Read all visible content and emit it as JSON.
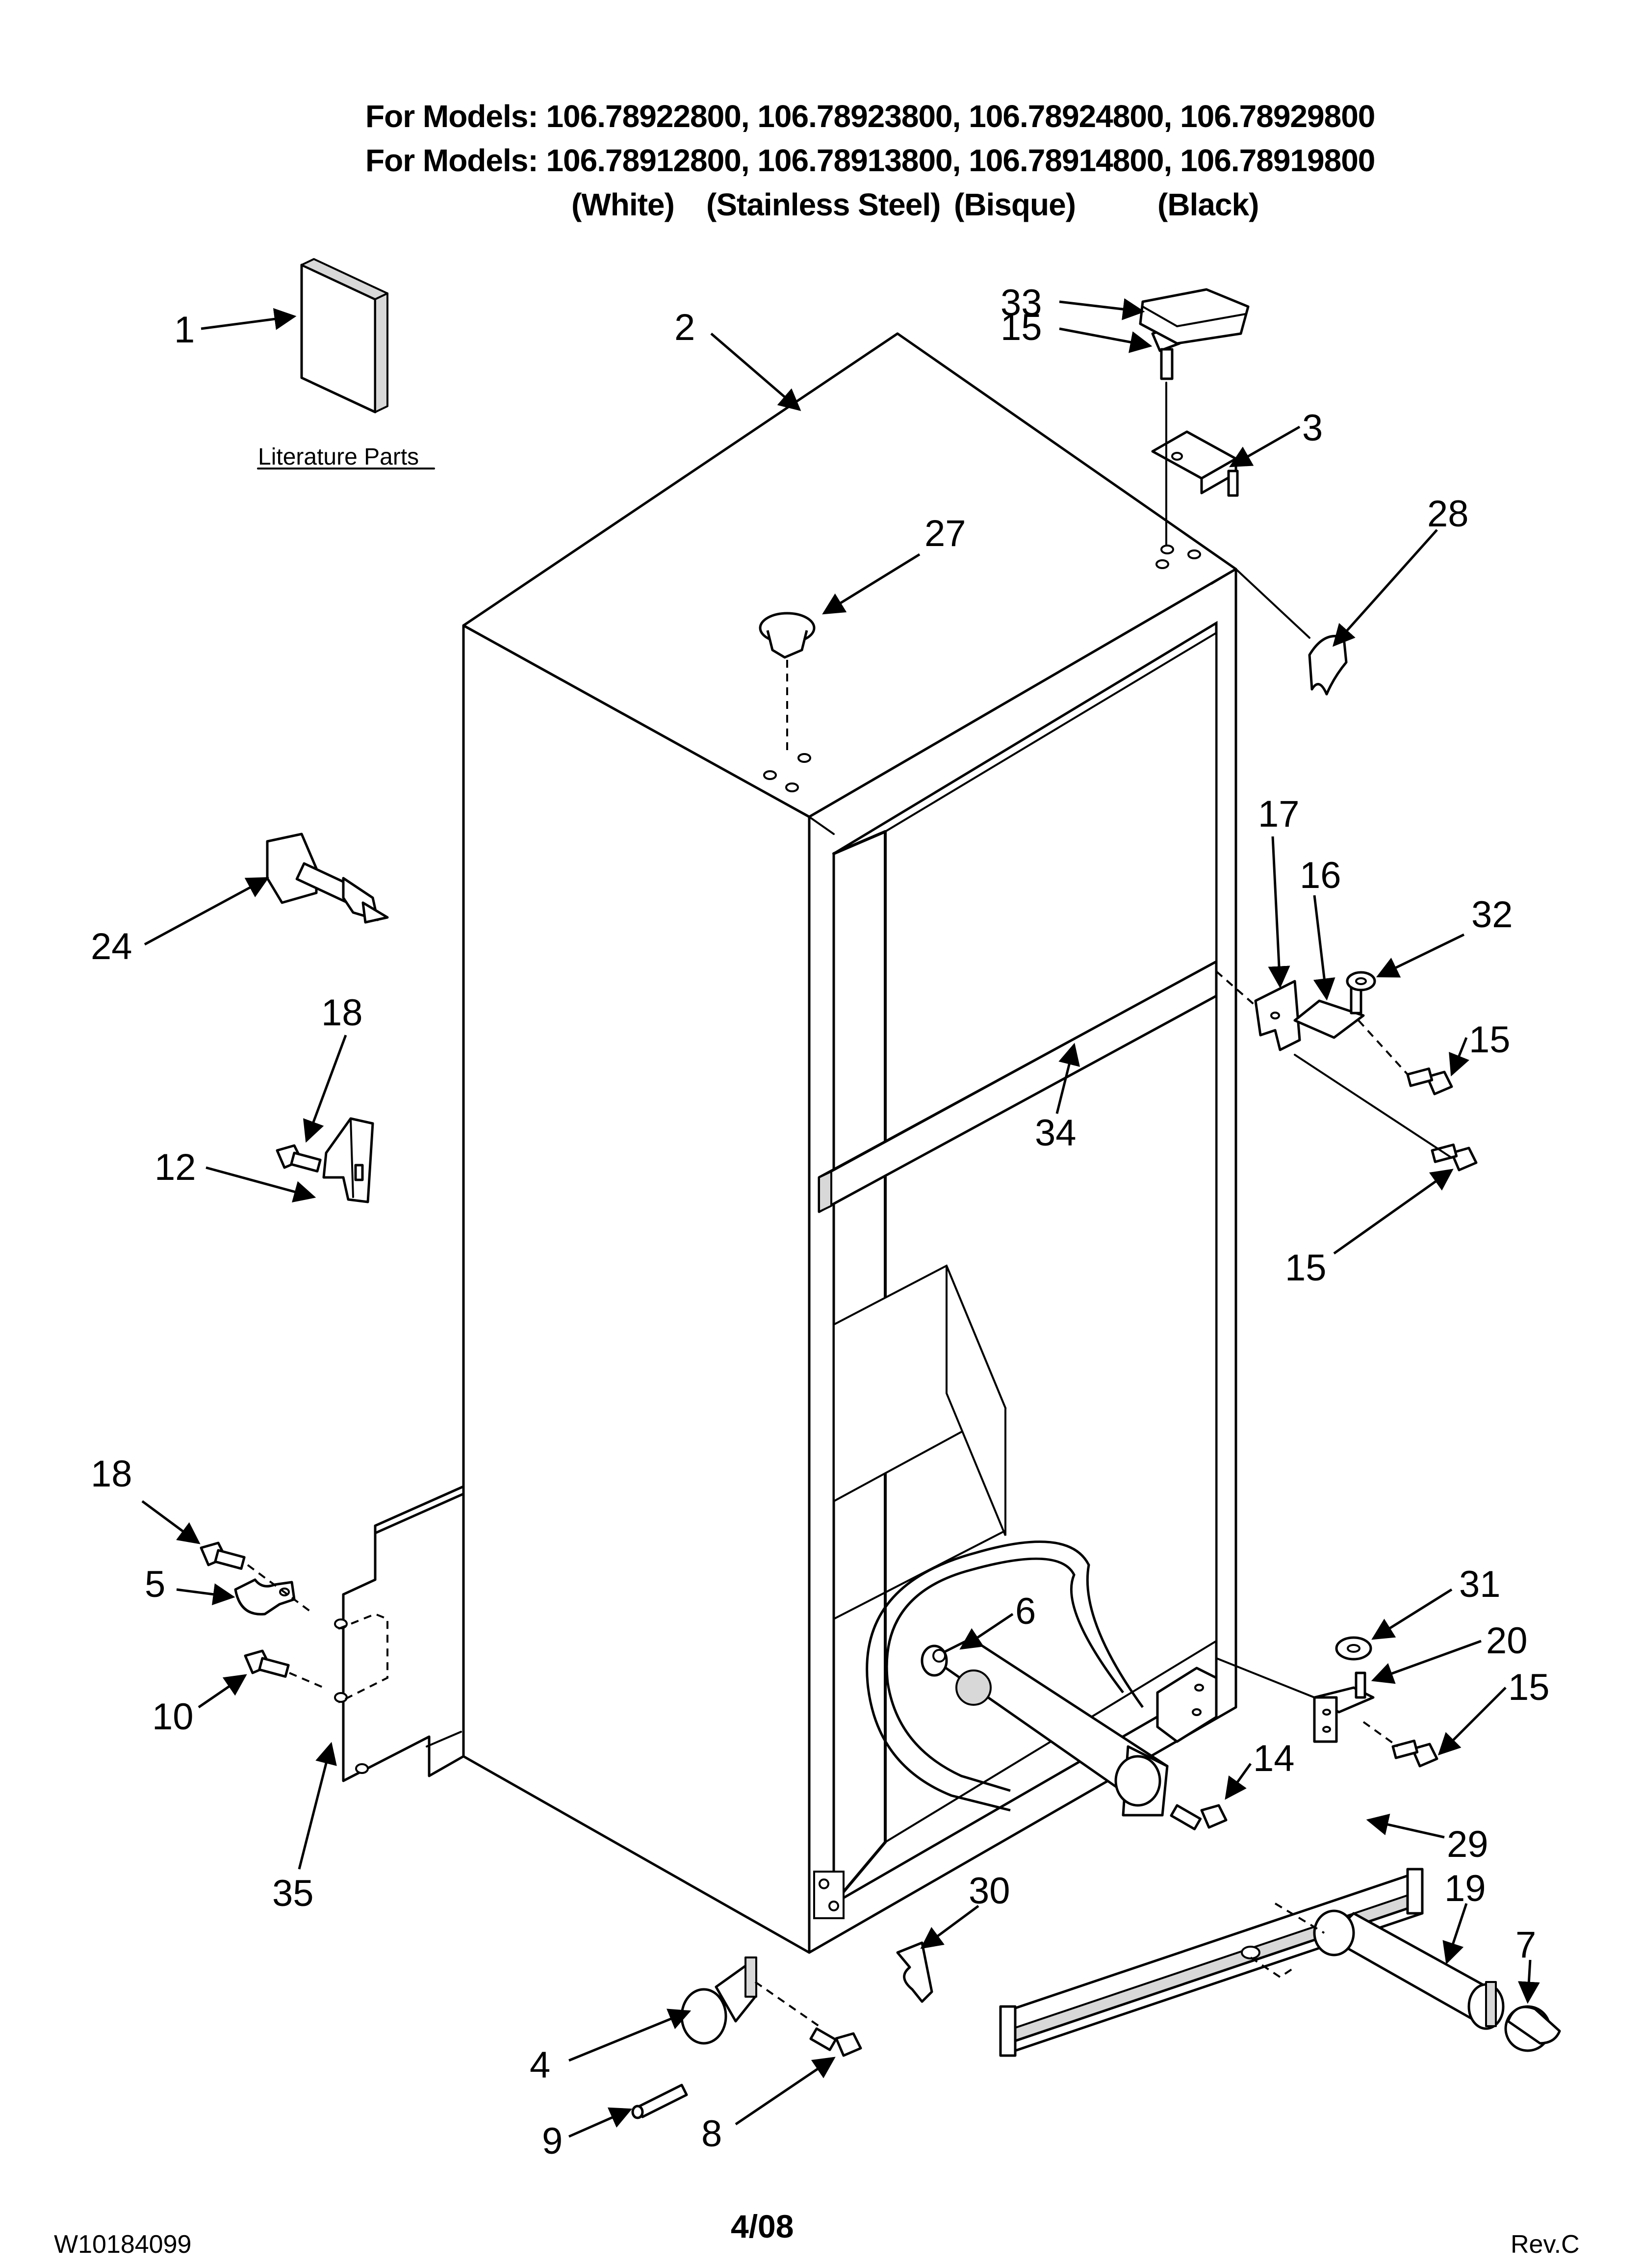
{
  "header": {
    "line1": "For Models: 106.78922800, 106.78923800, 106.78924800, 106.78929800",
    "line2": "For Models: 106.78912800, 106.78913800, 106.78914800, 106.78919800",
    "colors": [
      "(White)",
      "(Stainless Steel)",
      "(Bisque)",
      "(Black)"
    ]
  },
  "literature_label": "Literature Parts",
  "callouts": {
    "c1": "1",
    "c2": "2",
    "c3": "3",
    "c4": "4",
    "c5": "5",
    "c6": "6",
    "c7": "7",
    "c8": "8",
    "c9": "9",
    "c10": "10",
    "c12": "12",
    "c14": "14",
    "c15a": "15",
    "c15b": "15",
    "c15c": "15",
    "c15d": "15",
    "c16": "16",
    "c17": "17",
    "c18a": "18",
    "c18b": "18",
    "c19": "19",
    "c20": "20",
    "c24": "24",
    "c27": "27",
    "c28": "28",
    "c29": "29",
    "c30": "30",
    "c31": "31",
    "c32": "32",
    "c33": "33",
    "c34": "34",
    "c35": "35"
  },
  "footer": {
    "doc_number": "W10184099",
    "date": "4/08",
    "revision": "Rev.C"
  }
}
